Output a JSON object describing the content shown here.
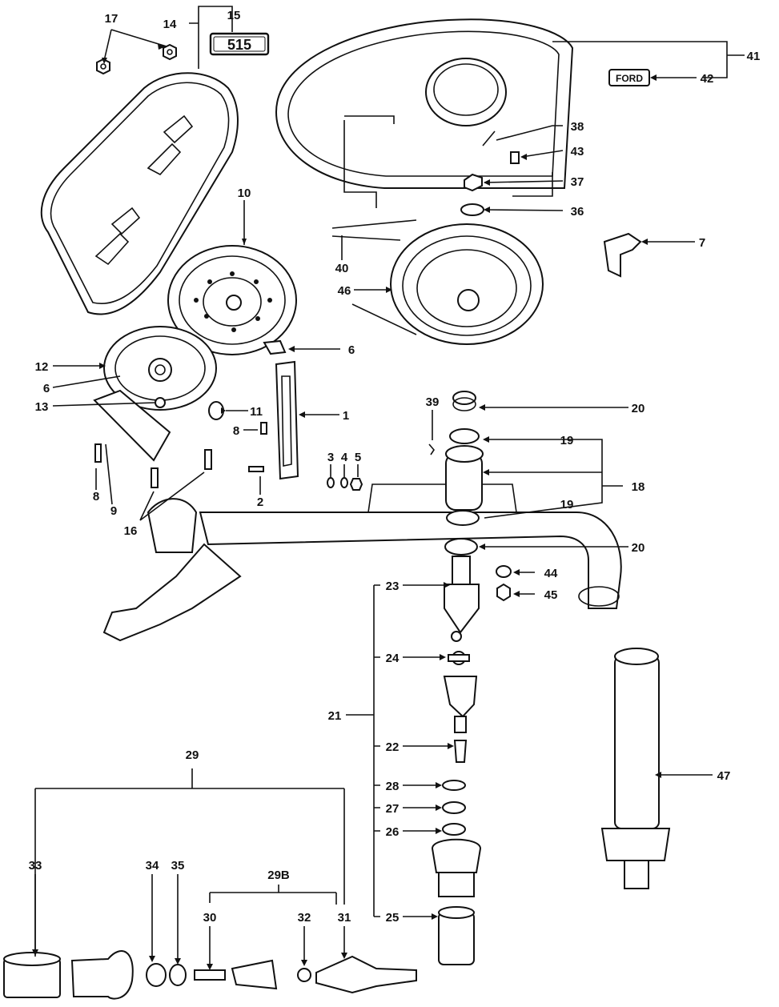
{
  "badges": {
    "model": "515",
    "brand": "FORD"
  },
  "callouts": {
    "c1": "1",
    "c2": "2",
    "c3": "3",
    "c4": "4",
    "c5": "5",
    "c6a": "6",
    "c6b": "6",
    "c7": "7",
    "c8a": "8",
    "c8b": "8",
    "c9": "9",
    "c10": "10",
    "c11": "11",
    "c12": "12",
    "c13": "13",
    "c14": "14",
    "c15": "15",
    "c16": "16",
    "c17": "17",
    "c18": "18",
    "c19a": "19",
    "c19b": "19",
    "c20a": "20",
    "c20b": "20",
    "c21": "21",
    "c22": "22",
    "c23": "23",
    "c24": "24",
    "c25": "25",
    "c26": "26",
    "c27": "27",
    "c28": "28",
    "c29": "29",
    "c29b": "29B",
    "c30": "30",
    "c31": "31",
    "c32": "32",
    "c33": "33",
    "c34": "34",
    "c35": "35",
    "c36": "36",
    "c37": "37",
    "c38": "38",
    "c39": "39",
    "c40": "40",
    "c41": "41",
    "c42": "42",
    "c43": "43",
    "c44": "44",
    "c45": "45",
    "c46": "46",
    "c47": "47"
  }
}
